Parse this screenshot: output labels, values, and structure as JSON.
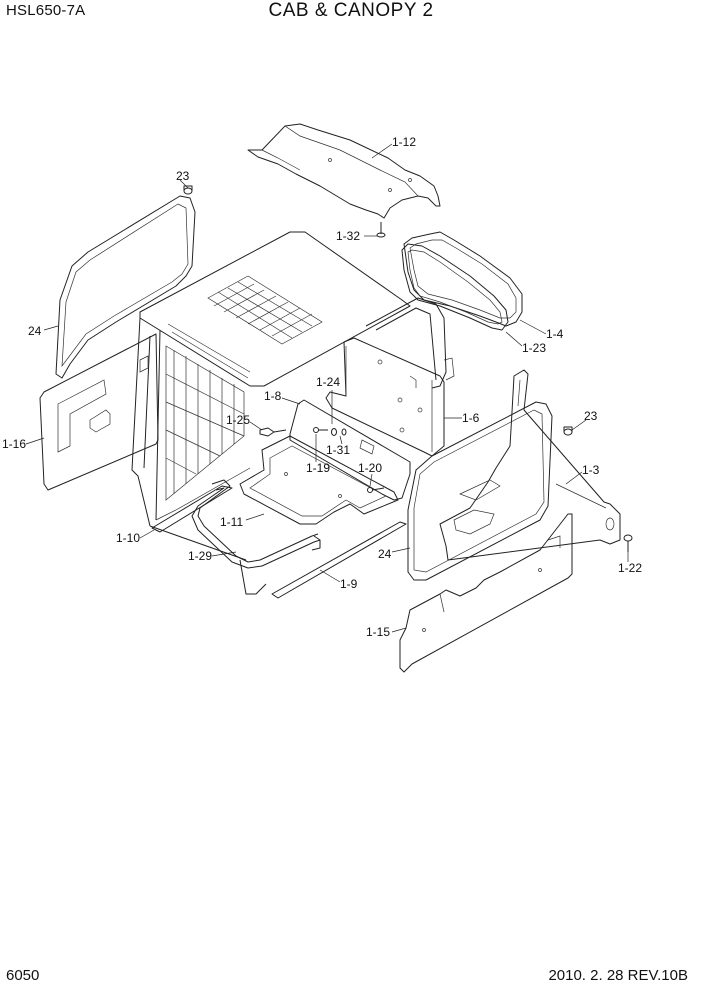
{
  "header": {
    "model": "HSL650-7A",
    "title": "CAB & CANOPY 2"
  },
  "footer": {
    "page_number": "6050",
    "revision": "2010. 2. 28 REV.10B"
  },
  "callouts": [
    {
      "id": "c1_12",
      "text": "1-12"
    },
    {
      "id": "c23a",
      "text": "23"
    },
    {
      "id": "c1_32",
      "text": "1-32"
    },
    {
      "id": "c24a",
      "text": "24"
    },
    {
      "id": "c1_4",
      "text": "1-4"
    },
    {
      "id": "c1_23",
      "text": "1-23"
    },
    {
      "id": "c1_24",
      "text": "1-24"
    },
    {
      "id": "c1_8",
      "text": "1-8"
    },
    {
      "id": "c1_6",
      "text": "1-6"
    },
    {
      "id": "c23b",
      "text": "23"
    },
    {
      "id": "c1_25",
      "text": "1-25"
    },
    {
      "id": "c1_31",
      "text": "1-31"
    },
    {
      "id": "c1_16",
      "text": "1-16"
    },
    {
      "id": "c1_19",
      "text": "1-19"
    },
    {
      "id": "c1_20",
      "text": "1-20"
    },
    {
      "id": "c1_3",
      "text": "1-3"
    },
    {
      "id": "c1_11",
      "text": "1-11"
    },
    {
      "id": "c1_10",
      "text": "1-10"
    },
    {
      "id": "c1_29",
      "text": "1-29"
    },
    {
      "id": "c24b",
      "text": "24"
    },
    {
      "id": "c1_22",
      "text": "1-22"
    },
    {
      "id": "c1_9",
      "text": "1-9"
    },
    {
      "id": "c1_15",
      "text": "1-15"
    }
  ]
}
